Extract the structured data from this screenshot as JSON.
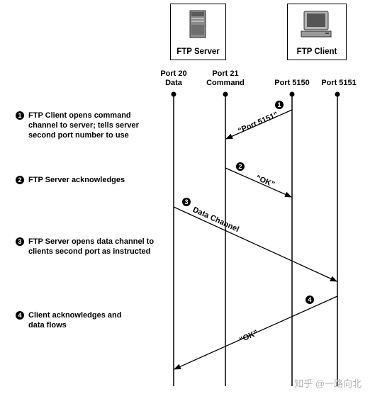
{
  "nodes": {
    "server": {
      "label": "FTP Server",
      "icon": "server-tower-icon"
    },
    "client": {
      "label": "FTP Client",
      "icon": "desktop-computer-icon"
    }
  },
  "ports": [
    {
      "line1": "Port 20",
      "line2": "Data"
    },
    {
      "line1": "Port 21",
      "line2": "Command"
    },
    {
      "line1": "Port 5150",
      "line2": ""
    },
    {
      "line1": "Port 5151",
      "line2": ""
    }
  ],
  "steps": [
    {
      "num": "1",
      "line1": "FTP Client opens command",
      "line2": "channel to server; tells server",
      "line3": "second port number to use"
    },
    {
      "num": "2",
      "line1": "FTP Server acknowledges",
      "line2": "",
      "line3": ""
    },
    {
      "num": "3",
      "line1": "FTP Server opens data channel to",
      "line2": "clients second port as instructed",
      "line3": ""
    },
    {
      "num": "4",
      "line1": "Client acknowledges and",
      "line2": "data flows",
      "line3": ""
    }
  ],
  "messages": [
    {
      "label": "“Port 5151”",
      "badge": "1"
    },
    {
      "label": "“OK”",
      "badge": "2"
    },
    {
      "label": "Data Channel",
      "badge": "3"
    },
    {
      "label": "“OK”",
      "badge": "4"
    }
  ],
  "watermark": "知乎 @一路向北"
}
